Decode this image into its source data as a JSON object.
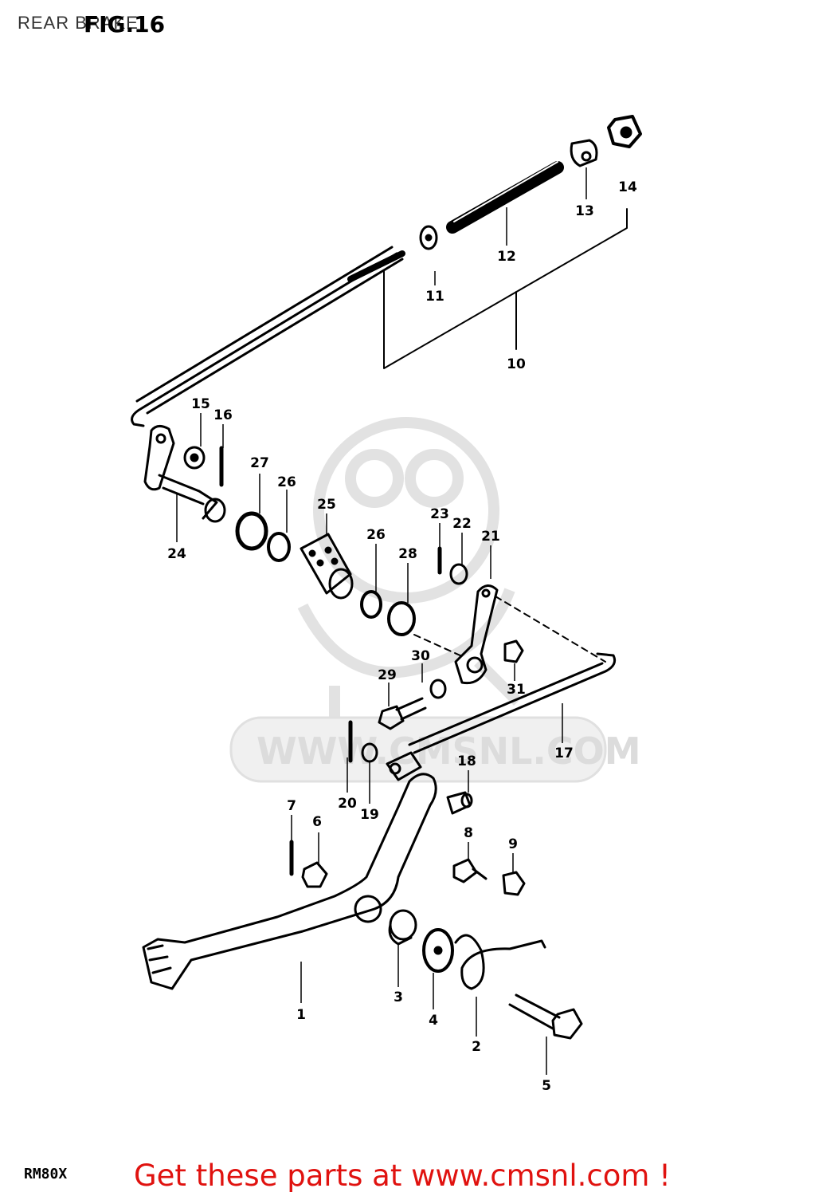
{
  "header": {
    "title": "REAR BRAKE",
    "figure_label": "FIG.16"
  },
  "watermark": {
    "text": "WWW.CMSNL.COM"
  },
  "footer": {
    "model": "RM80X",
    "promo": "Get these parts at www.cmsnl.com !"
  },
  "callouts": [
    {
      "id": "c1",
      "text": "1"
    },
    {
      "id": "c2",
      "text": "2"
    },
    {
      "id": "c3",
      "text": "3"
    },
    {
      "id": "c4",
      "text": "4"
    },
    {
      "id": "c5",
      "text": "5"
    },
    {
      "id": "c6",
      "text": "6"
    },
    {
      "id": "c7",
      "text": "7"
    },
    {
      "id": "c8",
      "text": "8"
    },
    {
      "id": "c9",
      "text": "9"
    },
    {
      "id": "c10",
      "text": "10"
    },
    {
      "id": "c11",
      "text": "11"
    },
    {
      "id": "c12",
      "text": "12"
    },
    {
      "id": "c13",
      "text": "13"
    },
    {
      "id": "c14",
      "text": "14"
    },
    {
      "id": "c15",
      "text": "15"
    },
    {
      "id": "c16",
      "text": "16"
    },
    {
      "id": "c17",
      "text": "17"
    },
    {
      "id": "c18",
      "text": "18"
    },
    {
      "id": "c19",
      "text": "19"
    },
    {
      "id": "c20",
      "text": "20"
    },
    {
      "id": "c21",
      "text": "21"
    },
    {
      "id": "c22",
      "text": "22"
    },
    {
      "id": "c23",
      "text": "23"
    },
    {
      "id": "c24",
      "text": "24"
    },
    {
      "id": "c25",
      "text": "25"
    },
    {
      "id": "c26a",
      "text": "26"
    },
    {
      "id": "c26b",
      "text": "26"
    },
    {
      "id": "c27",
      "text": "27"
    },
    {
      "id": "c28",
      "text": "28"
    },
    {
      "id": "c29",
      "text": "29"
    },
    {
      "id": "c30",
      "text": "30"
    },
    {
      "id": "c31",
      "text": "31"
    }
  ]
}
